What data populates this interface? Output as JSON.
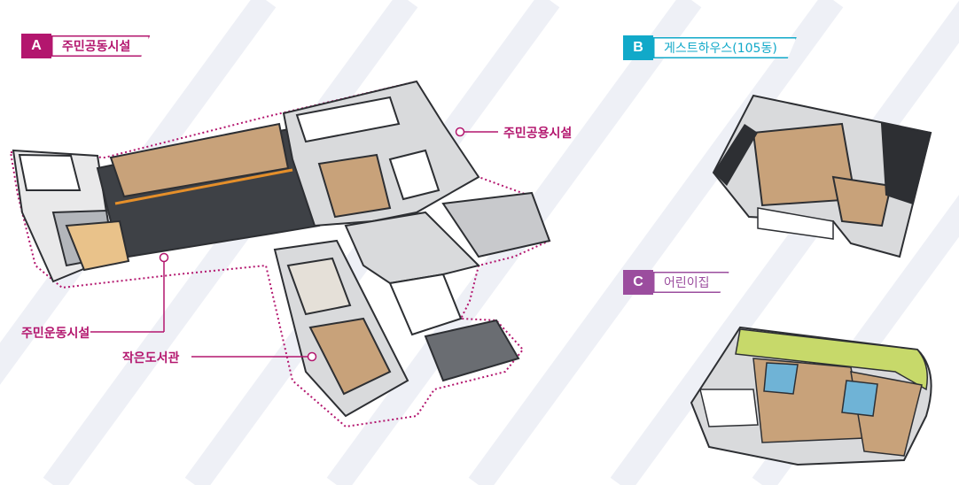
{
  "colors": {
    "magenta": "#b3166e",
    "cyan": "#11a9c9",
    "purple": "#9b4d9e",
    "stripe": "#eef0f6",
    "floor_dark": "#3e4146",
    "wood": "#c8a27a",
    "lime": "#c7d96a"
  },
  "sections": [
    {
      "letter": "A",
      "title": "주민공동시설",
      "color": "#b3166e"
    },
    {
      "letter": "B",
      "title": "게스트하우스(105동)",
      "color": "#11a9c9"
    },
    {
      "letter": "C",
      "title": "어린이집",
      "color": "#9b4d9e"
    }
  ],
  "callouts": {
    "community_use": "주민공용시설",
    "fitness": "주민운동시설",
    "library": "작은도서관"
  }
}
